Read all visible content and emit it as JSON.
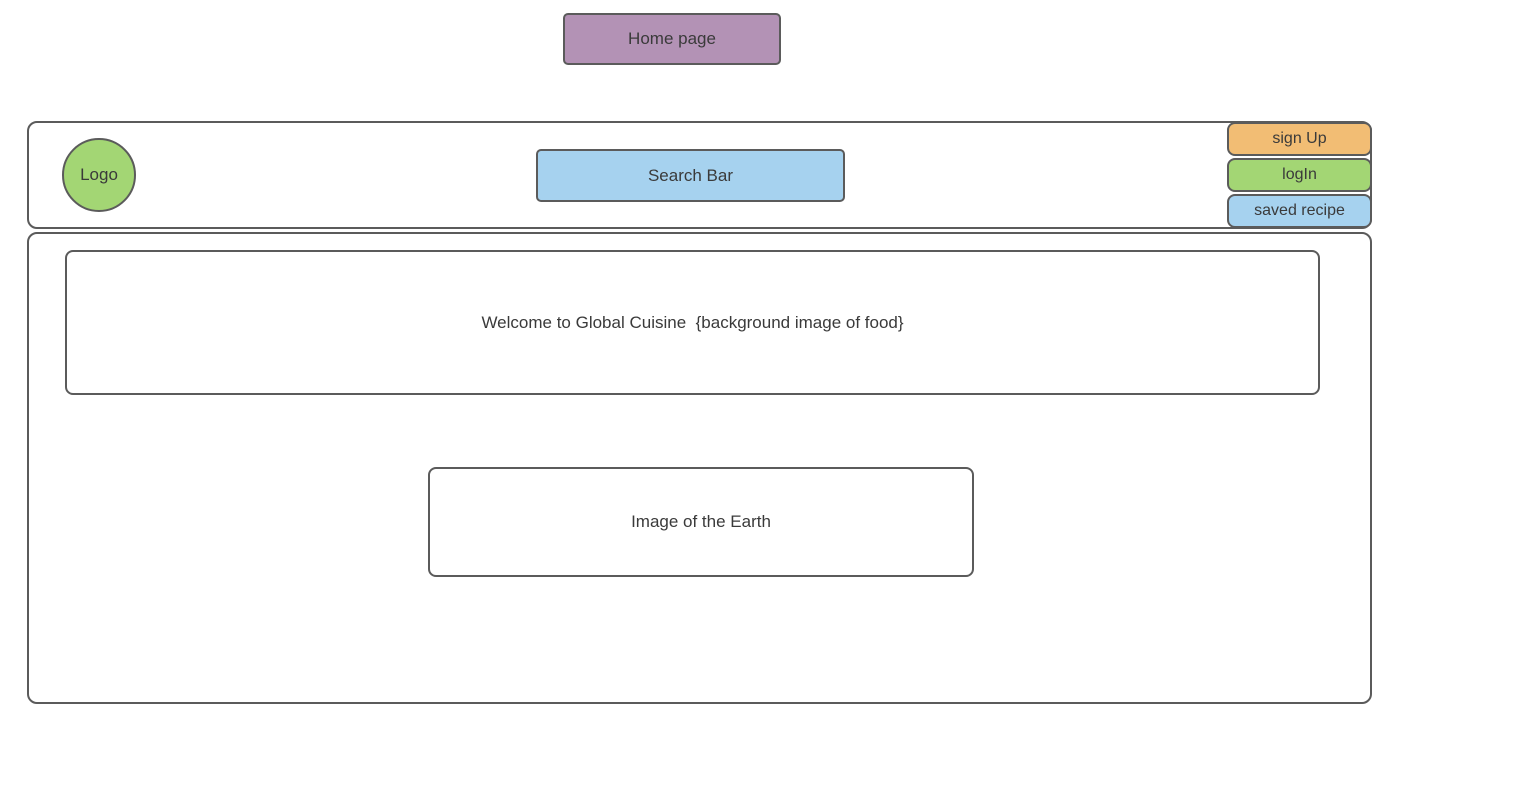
{
  "page": {
    "title": "Home page"
  },
  "header": {
    "logo": {
      "label": "Logo",
      "color": "#a3d674"
    },
    "search_bar": {
      "label": "Search Bar",
      "color": "#a6d2ef"
    },
    "nav_buttons": [
      {
        "label": "sign Up",
        "color": "#f2bd74"
      },
      {
        "label": "logIn",
        "color": "#a3d674"
      },
      {
        "label": "saved recipe",
        "color": "#a6d2ef"
      }
    ]
  },
  "main": {
    "hero": {
      "label": "Welcome to Global Cuisine  {background image of food}"
    },
    "earth": {
      "label": "Image of the Earth"
    }
  },
  "palette": {
    "title_fill": "#b392b5",
    "border": "#5b5b5b",
    "text": "#3a3a3a"
  }
}
